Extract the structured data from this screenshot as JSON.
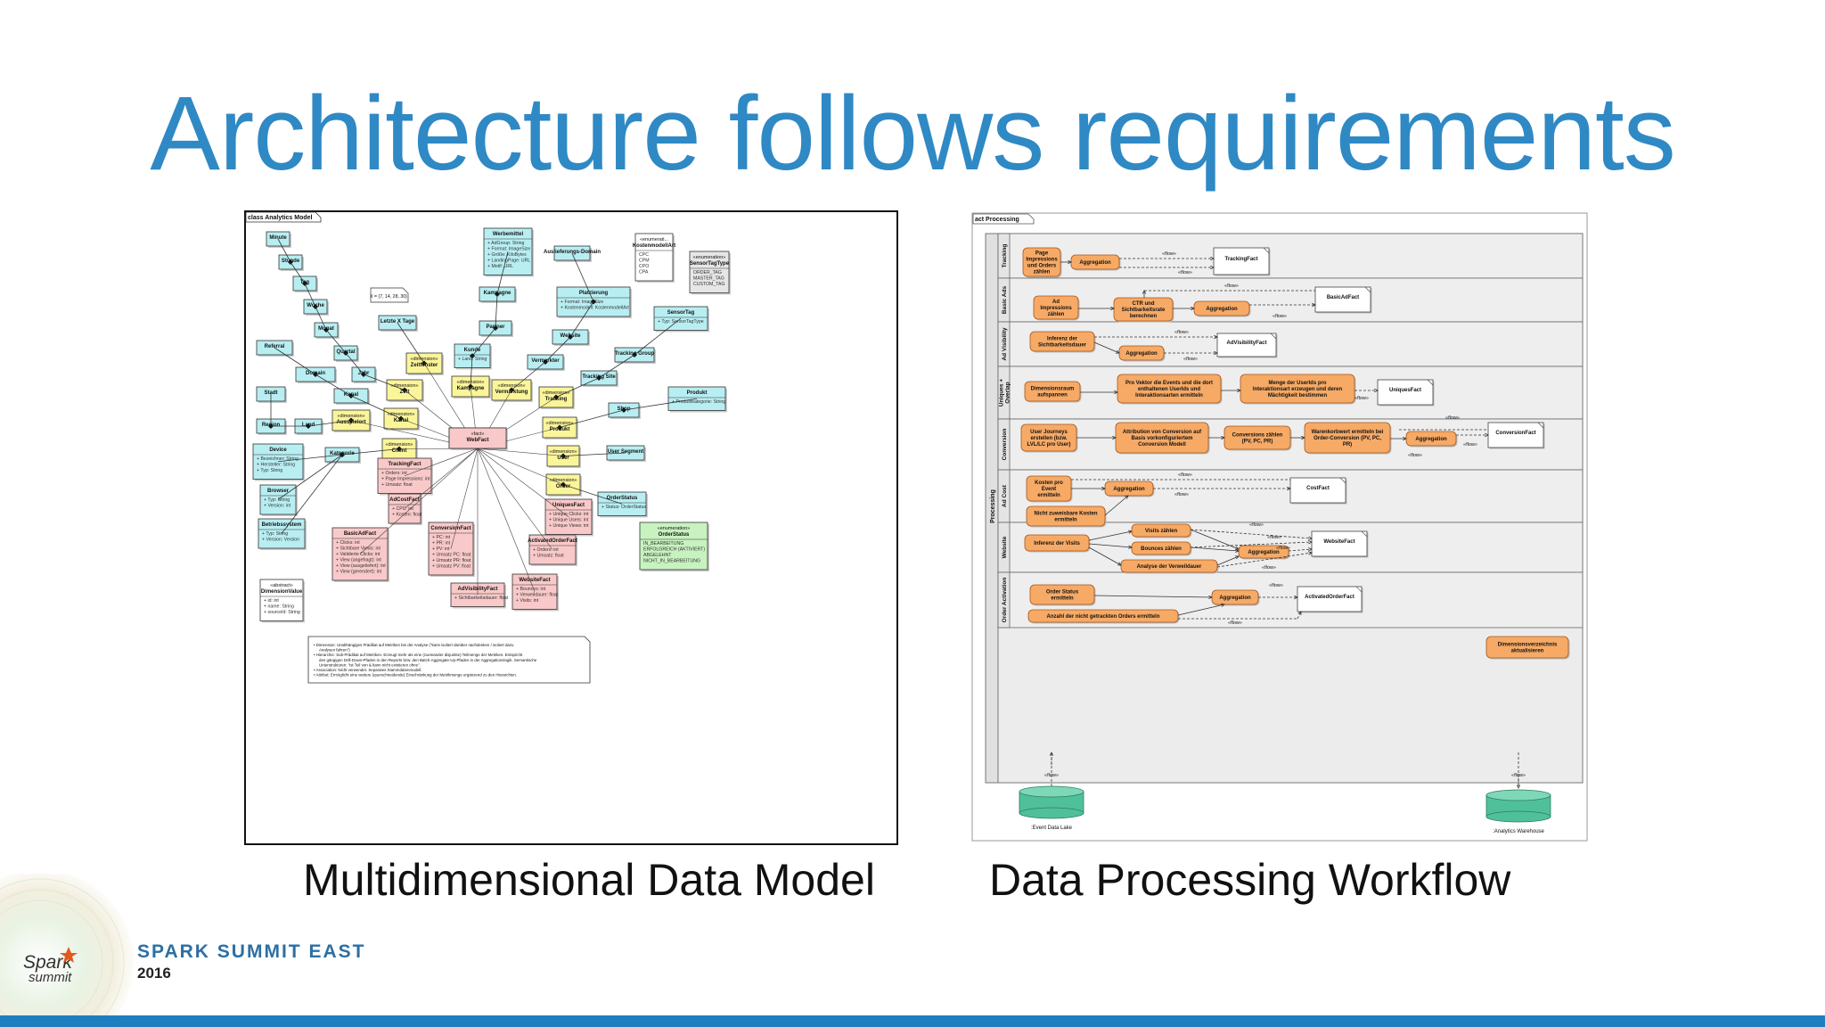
{
  "slide": {
    "title": "Architecture follows requirements",
    "left_caption": "Multidimensional Data Model",
    "right_caption": "Data Processing Workflow",
    "event_name": "SPARK SUMMIT EAST",
    "event_year": "2016",
    "logo_text_top": "Spark",
    "logo_text_bottom": "summit",
    "colors": {
      "title": "#2f89c4",
      "footer_bar": "#1d7fbf",
      "event_name": "#2d6fa3"
    }
  },
  "class_diagram": {
    "frame_label": "class Analytics Model",
    "note_x": "X = {7, 14, 28, 30}",
    "fact": {
      "stereo": "«fact»",
      "name": "WebFact"
    },
    "time_chain": [
      "Minute",
      "Stunde",
      "Tag",
      "Woche",
      "Monat",
      "Quartal",
      "Jahr"
    ],
    "nodes": {
      "letzte_x_tage": "Letzte X Tage",
      "referral": "Referral",
      "domain": "Domain",
      "kanal": "Kanal",
      "stadt": "Stadt",
      "region": "Region",
      "land": "Land",
      "device": "Device",
      "device_attrs": [
        "+ Bezeichner: String",
        "+ Hersteller: String",
        "+ Typ: String"
      ],
      "kategorie": "Kategorie",
      "browser": "Browser",
      "browser_attrs": [
        "+ Typ: String",
        "+ Version: int"
      ],
      "betriebssystem": "Betriebssystem",
      "betriebssystem_attrs": [
        "+ Typ: String",
        "+ Version: Version"
      ],
      "dimension_value_stereo": "«abstract»",
      "dimension_value": "DimensionValue",
      "dimension_value_attrs": [
        "+ id: int",
        "+ name: String",
        "+ sourceId: String"
      ],
      "werbemittel": "Werbemittel",
      "werbemittel_attrs": [
        "+ AdGroup: String",
        "+ Format: ImageSize",
        "+ Größe: KiloBytes",
        "+ LandingPage: URL",
        "+ Motif: URL"
      ],
      "auslieferungs_domain": "Auslieferungs-Domain",
      "kampagne": "Kampagne",
      "partner": "Partner",
      "kunde": "Kunde",
      "kunde_attrs": [
        "+ Land: String"
      ],
      "platzierung": "Platzierung",
      "platzierung_attrs": [
        "+ Format: ImageSize",
        "+ Kostenmodell: KostenmodellArt"
      ],
      "website": "Website",
      "vermarkter": "Vermarkter",
      "tracking_group": "Tracking Group",
      "tracking_site": "Tracking Site",
      "sensortag": "SensorTag",
      "sensortag_attrs": [
        "+ Typ: SensorTagType"
      ],
      "produkt": "Produkt",
      "produkt_attrs": [
        "+ Produktkategorie: String"
      ],
      "shop": "Shop",
      "user_segment": "User Segment",
      "enum_kosten_stereo": "«enumerati...",
      "enum_kosten": "KostenmodellArt",
      "enum_kosten_values": [
        "CPC",
        "CPM",
        "CPO",
        "CPA"
      ],
      "enum_sensor_stereo": "«enumeration»",
      "enum_sensor": "SensorTagType",
      "enum_sensor_values": [
        "ORDER_TAG",
        "MASTER_TAG",
        "CUSTOM_TAG"
      ],
      "enum_order_stereo": "«enumeration»",
      "enum_order": "OrderStatus",
      "enum_order_values": [
        "IN_BEARBEITUNG",
        "ERFOLGREICH (AKTIVIERT)",
        "ABGELEHNT",
        "NICHT_IN_BEARBEITUNG"
      ],
      "order_status": "OrderStatus",
      "order_status_attrs": [
        "+ Status: OrderStatus"
      ]
    },
    "dimensions": {
      "stereo": "«dimension»",
      "zeitfenster": "Zeitfenster",
      "zeit": "Zeit",
      "kanal": "Kanal",
      "ausspielort": "Ausspielort",
      "client": "Client",
      "kampagne": "Kampagne",
      "vermarktung": "Vermarktung",
      "tracking": "Tracking",
      "produkt": "Produkt",
      "user": "User",
      "order": "Order"
    },
    "facts": {
      "tracking": {
        "name": "TrackingFact",
        "attrs": [
          "+ Orders: int",
          "+ Page Impressions: int",
          "+ Umsatz: float"
        ]
      },
      "adcost": {
        "name": "AdCostFact",
        "attrs": [
          "+ CPC: int",
          "+ Kosten: float"
        ]
      },
      "basicad": {
        "name": "BasicAdFact",
        "attrs": [
          "+ Clicks: int",
          "+ Sichtbare Views: int",
          "+ Validierte Clicks: int",
          "+ View (angefragt): int",
          "+ View (ausgeliefert): int",
          "+ View (gerendert): int"
        ]
      },
      "conversion": {
        "name": "ConversionFact",
        "attrs": [
          "+ PC: int",
          "+ PR: int",
          "+ PV: int",
          "+ Umsatz PC: float",
          "+ Umsatz PR: float",
          "+ Umsatz PV: float"
        ]
      },
      "advisibility": {
        "name": "AdVisibilityFact",
        "attrs": [
          "+ Sichtbarkeitsdauer: float"
        ]
      },
      "website": {
        "name": "WebsiteFact",
        "attrs": [
          "+ Bounces: int",
          "+ Verweildauer: float",
          "+ Visits: int"
        ]
      },
      "activatedorder": {
        "name": "ActivatedOrderFact",
        "attrs": [
          "+ Orders: int",
          "+ Umsatz: float"
        ]
      },
      "uniques": {
        "name": "UniquesFact",
        "attrs": [
          "+ Unique Clicks: int",
          "+ Unique Users: int",
          "+ Unique Views: int"
        ]
      }
    },
    "legend": [
      "Dimension: Unabhängiges Prädikat auf Metriken bei der Analyse (\"kann isoliert darüber nachdenken / isoliert dazu Analysen fahren\")",
      "Hierarchie: Sub-Prädikat auf Metriken. Erzeugt mehr als eine (zueinander disjunkte) Teilmenge der Metriken. Entspricht den gängigen Drill-Down-Pfaden in den Reports bzw. den Batch-Aggregate-Up-Pfaden in der Aggregationslogik. Semantische Unterstrukturen: \"ist Teil von & kann nicht existieren ohne\".",
      "Association: Nicht verwendet. Separates Stammdatenmodell.",
      "Attribut: Ermöglicht eine weitere (querschneidende) Einschränkung der Metrikmenge ergänzend zu den Hierarchien."
    ]
  },
  "activity_diagram": {
    "frame_label": "act Processing",
    "outer_lane": "Processing",
    "flow": "«flow»",
    "lanes": [
      {
        "name": "Tracking",
        "actions": [
          "Page Impressions und Orders zählen",
          "Aggregation"
        ],
        "outputs": [
          "TrackingFact"
        ]
      },
      {
        "name": "Basic Ads",
        "actions": [
          "Ad Impressions zählen",
          "CTR und Sichtbarkeitsrate berechnen",
          "Aggregation"
        ],
        "outputs": [
          "BasicAdFact"
        ]
      },
      {
        "name": "Ad Visibility",
        "actions": [
          "Inferenz der Sichtbarkeitsdauer",
          "Aggregation"
        ],
        "outputs": [
          "AdVisibilityFact"
        ]
      },
      {
        "name": "Uniques + Overlap",
        "actions": [
          "Dimensionsraum aufspannen",
          "Pro Vektor die Events und die dort enthaltenen UserIds und Interaktionsarten ermitteln",
          "Menge der UserIds pro Interaktionsart erzeugen und deren Mächtigkeit bestimmen"
        ],
        "outputs": [
          "UniquesFact"
        ]
      },
      {
        "name": "Conversion",
        "actions": [
          "User Journeys erstellen (bzw. LVL/LC pro User)",
          "Attribution von Conversion auf Basis vorkonfiguriertem Conversion Modell",
          "Conversions zählen (PV, PC, PR)",
          "Warenkorbwert ermitteln bei Order-Conversion (PV, PC, PR)",
          "Aggregation"
        ],
        "outputs": [
          "ConversionFact"
        ]
      },
      {
        "name": "Ad Cost",
        "actions": [
          "Kosten pro Event ermitteln",
          "Aggregation",
          "Nicht zuweisbare Kosten ermitteln"
        ],
        "outputs": [
          "CostFact"
        ]
      },
      {
        "name": "Website",
        "actions": [
          "Inferenz der Visits",
          "Visits zählen",
          "Bounces zählen",
          "Analyse der Verweildauer",
          "Aggregation"
        ],
        "outputs": [
          "WebsiteFact"
        ]
      },
      {
        "name": "Order Activation",
        "actions": [
          "Order Status ermitteln",
          "Anzahl der nicht getrackten Orders ermitteln",
          "Aggregation"
        ],
        "outputs": [
          "ActivatedOrderFact"
        ]
      }
    ],
    "dimension_dir": "Dimensionsverzeichnis aktualisieren",
    "stores": [
      ":Event Data Lake",
      ":Analytics Warehouse"
    ]
  }
}
